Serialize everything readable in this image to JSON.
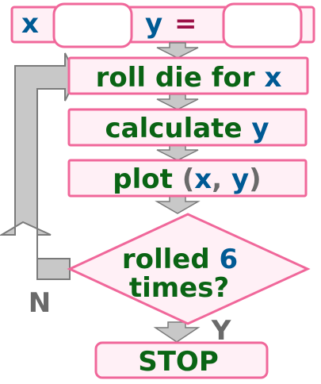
{
  "header": {
    "x_label": "x",
    "x_value": "",
    "y_label": "y",
    "equals": "=",
    "y_value": ""
  },
  "steps": {
    "roll": {
      "text": "roll die for ",
      "var": "x"
    },
    "calc": {
      "text": "calculate ",
      "var": "y"
    },
    "plot": {
      "text": "plot ",
      "open": "(",
      "x": "x",
      "comma": ", ",
      "y": "y",
      "close": ")"
    }
  },
  "decision": {
    "line1_text": "rolled ",
    "line1_num": "6",
    "line2": "times?"
  },
  "branches": {
    "no": "N",
    "yes": "Y"
  },
  "end": {
    "label": "STOP"
  },
  "colors": {
    "box_border": "#f0679a",
    "box_fill": "#fff0f6",
    "green_text": "#0a6414",
    "blue_text": "#005a94",
    "equals_color": "#9c1046",
    "arrow_fill": "#c8c8c8",
    "arrow_stroke": "#7a7a7a",
    "branch_text": "#6a6a6a"
  }
}
